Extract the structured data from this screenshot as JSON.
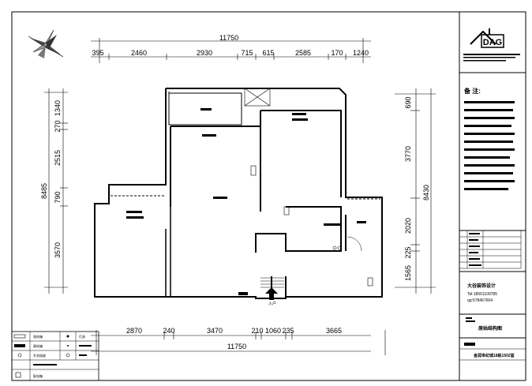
{
  "drawing": {
    "overall_width": "11750",
    "overall_width_bottom": "11750",
    "top_dims": [
      "395",
      "2460",
      "2930",
      "715",
      "615",
      "2585",
      "170",
      "1240"
    ],
    "bottom_dims": [
      "2870",
      "240",
      "3470",
      "210",
      "1060",
      "235",
      "3665"
    ],
    "left_dims": [
      "1340",
      "270",
      "2515",
      "790",
      "3570"
    ],
    "left_total": "8485",
    "right_dims": [
      "690",
      "3770",
      "2020",
      "225",
      "1565"
    ],
    "right_total": "8430"
  },
  "title_block": {
    "logo_text": "DAG",
    "notes_title": "备 注:",
    "company": "大谷装饰设计",
    "tel": "Tel:18551100785",
    "qq": "qq:578467664",
    "drawing_title": "原始结构图",
    "project": "金润世纪城18栋1502室"
  },
  "legend": {
    "items": [
      "强电箱",
      "弱电箱",
      "开关插座",
      "灯具",
      "配电箱"
    ]
  },
  "annotations": {
    "entrance": "入户"
  }
}
